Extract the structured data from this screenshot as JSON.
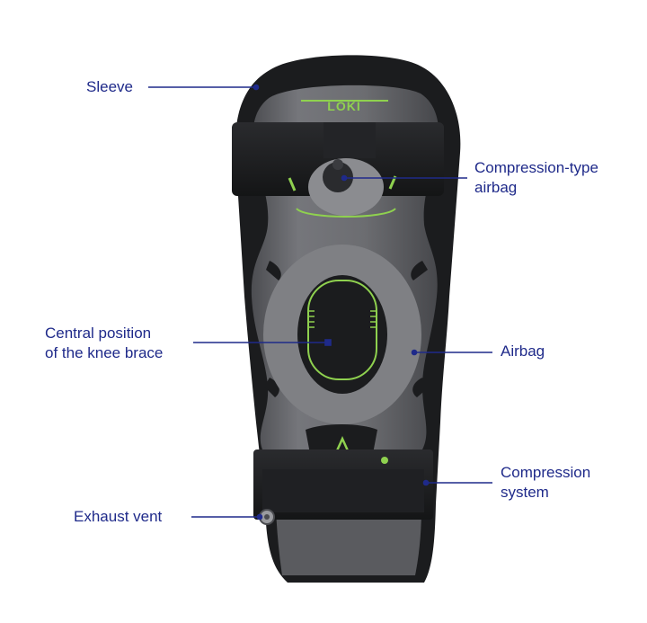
{
  "brand_logo": "LOKI",
  "colors": {
    "label_text": "#1f2a8a",
    "leader_line": "#1f2a8a",
    "accent_green": "#8fd14f",
    "sleeve_black": "#1b1c1e",
    "airbag_gray": "#6e6f73"
  },
  "labels": {
    "sleeve": "Sleeve",
    "compression_airbag": [
      "Compression-type",
      "airbag"
    ],
    "central_position": [
      "Central position",
      "of the knee brace"
    ],
    "airbag": "Airbag",
    "compression_system": [
      "Compression",
      "system"
    ],
    "exhaust_vent": "Exhaust vent"
  }
}
